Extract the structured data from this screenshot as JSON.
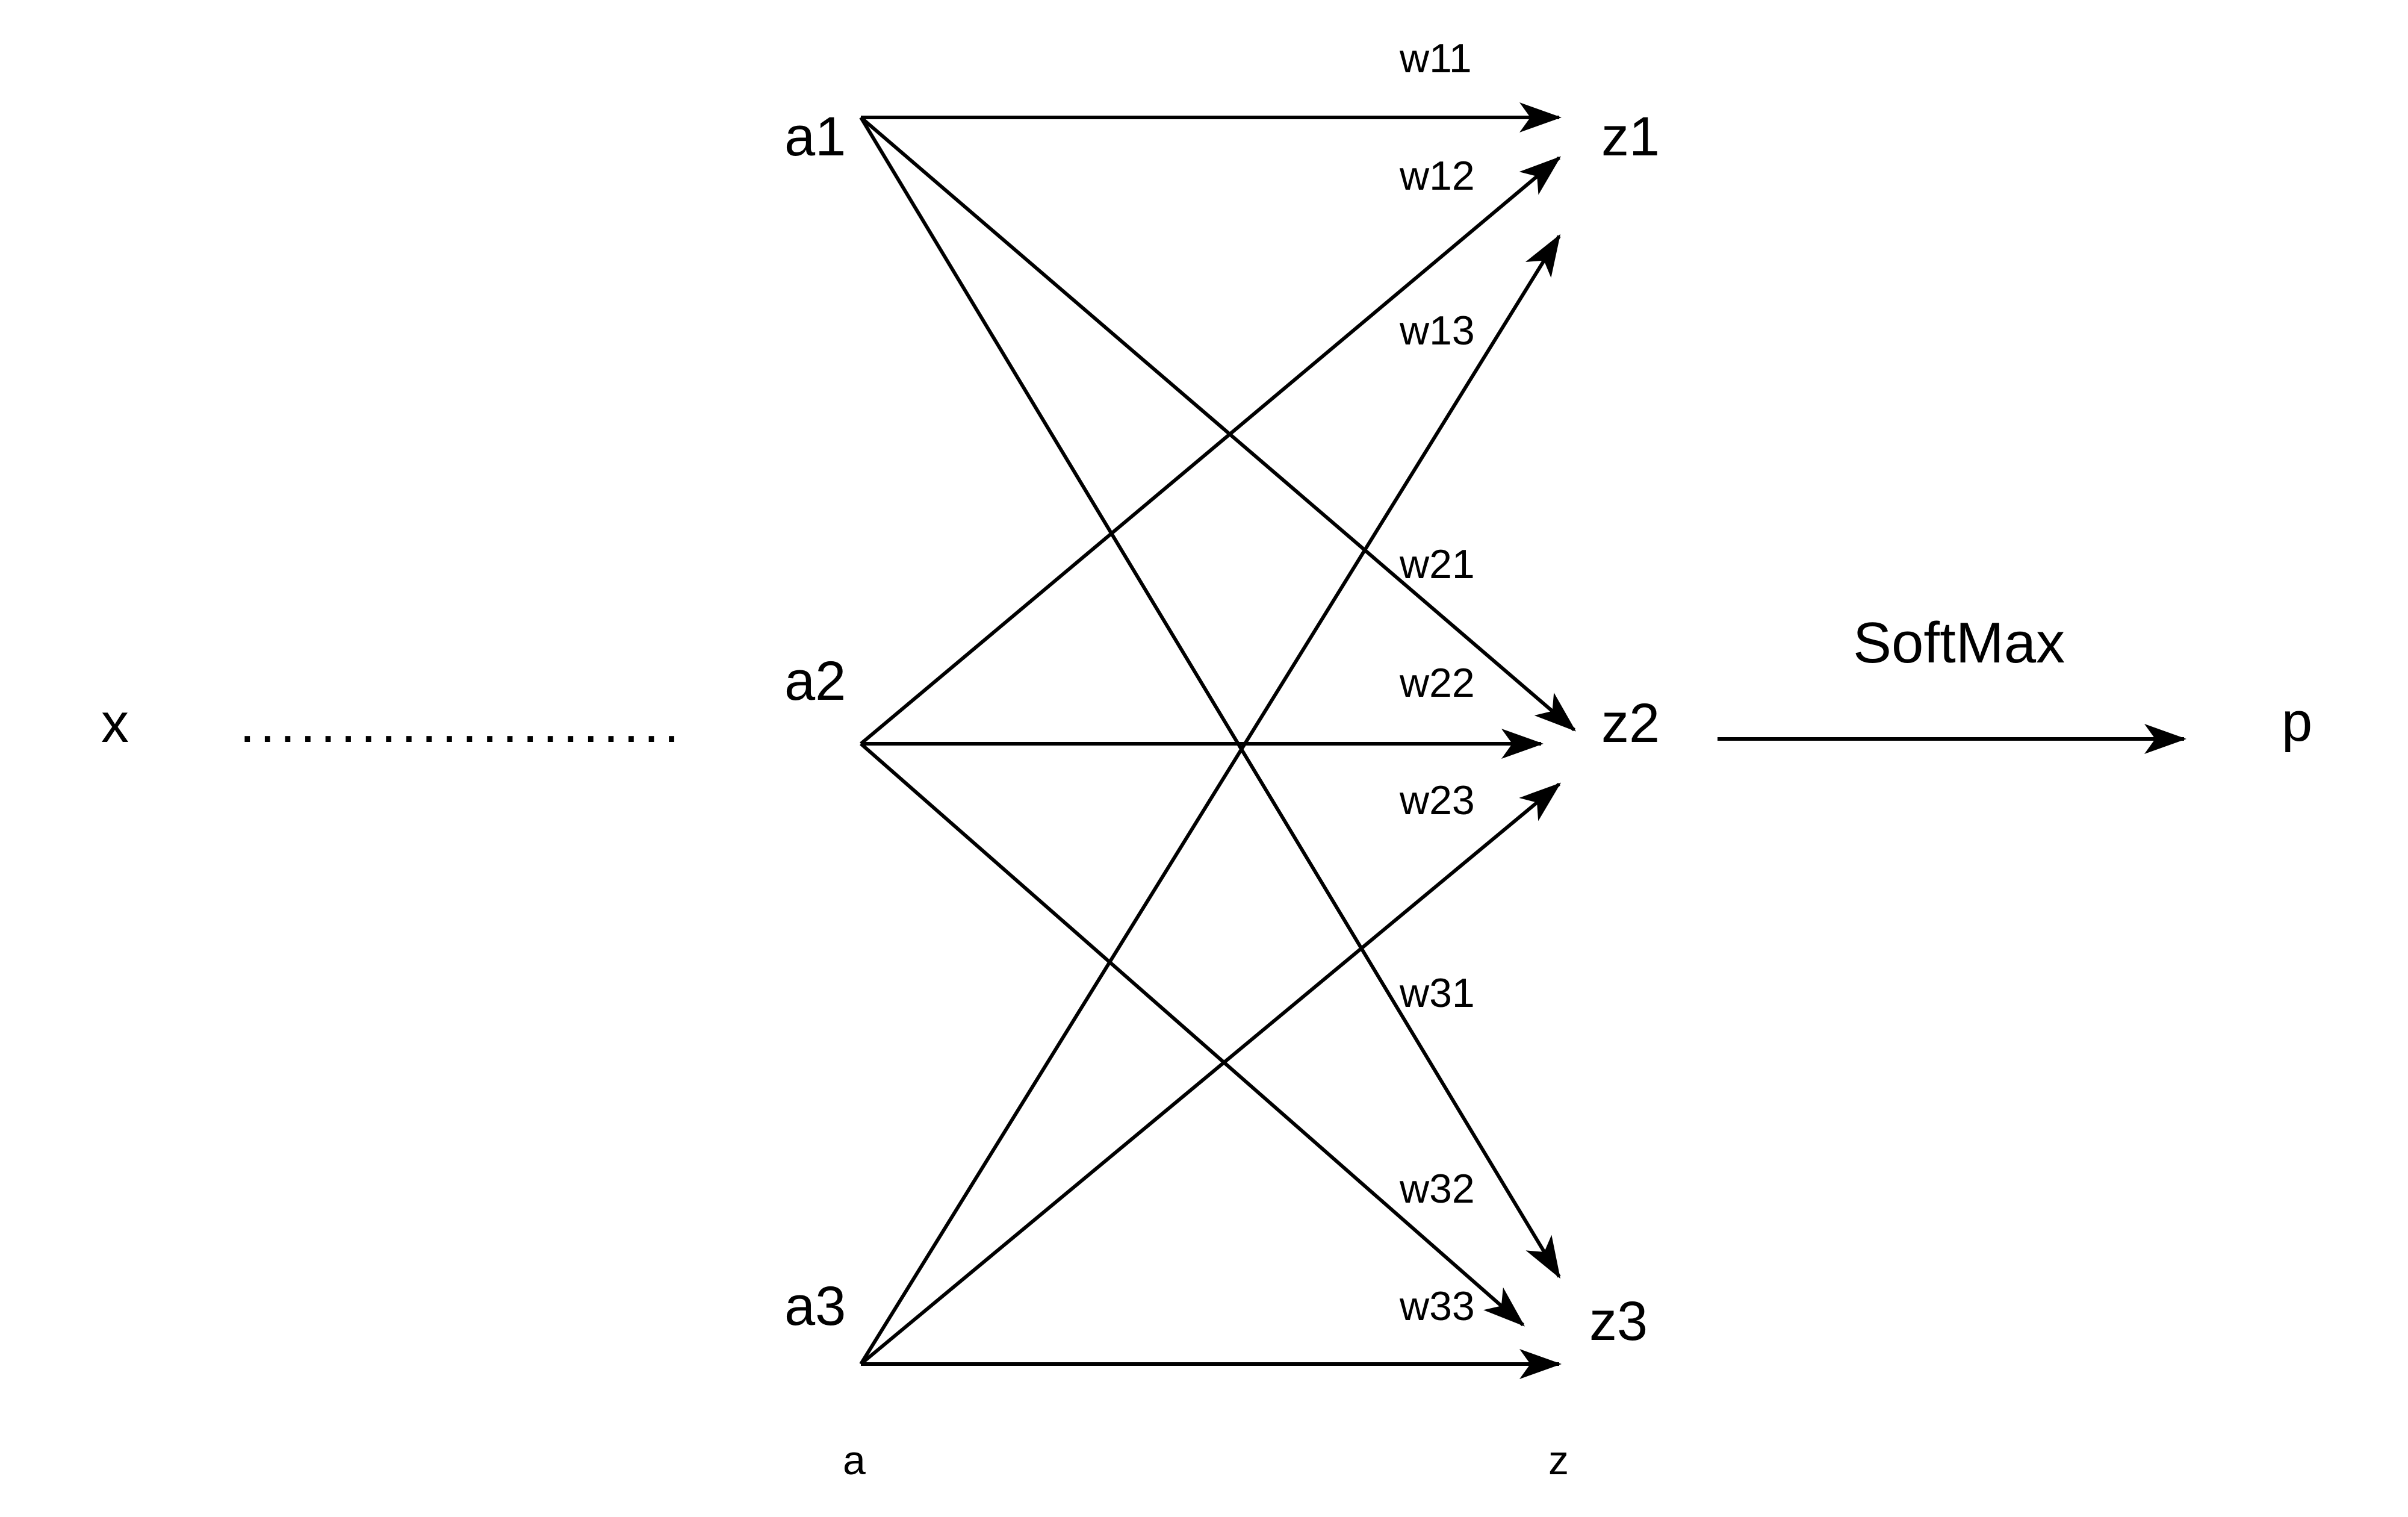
{
  "input": {
    "label": "x",
    "ellipsis": "......................"
  },
  "layer_a": {
    "label": "a",
    "nodes": [
      "a1",
      "a2",
      "a3"
    ]
  },
  "layer_z": {
    "label": "z",
    "nodes": [
      "z1",
      "z2",
      "z3"
    ]
  },
  "weights": [
    "w11",
    "w12",
    "w13",
    "w21",
    "w22",
    "w23",
    "w31",
    "w32",
    "w33"
  ],
  "operation": {
    "label": "SoftMax"
  },
  "output": {
    "label": "p"
  },
  "colors": {
    "stroke": "#000000",
    "background": "#ffffff"
  }
}
